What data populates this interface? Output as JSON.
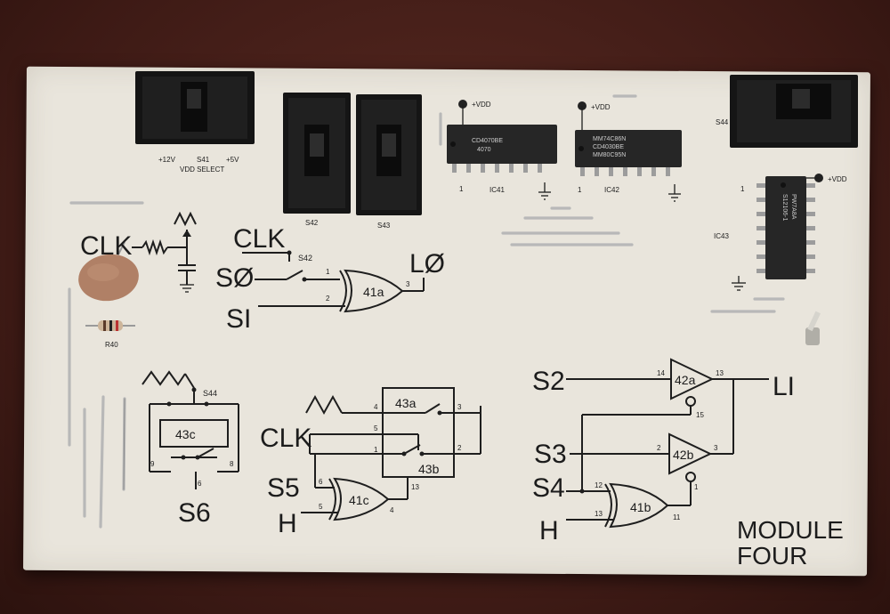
{
  "switches": {
    "s41": {
      "label": "S41",
      "vdd_12": "+12V",
      "vdd_5": "+5V",
      "caption": "VDD SELECT"
    },
    "s42": {
      "label": "S42"
    },
    "s43": {
      "label": "S43"
    },
    "s44": {
      "label": "S44"
    }
  },
  "chips": {
    "ic41": {
      "label": "IC41",
      "marking_1": "CD4070BE",
      "marking_2": "4070",
      "pin1": "1",
      "vdd": "+VDD"
    },
    "ic42": {
      "label": "IC42",
      "marking_1": "MM74C86N",
      "marking_2": "CD4030BE",
      "marking_3": "MM80C95N",
      "pin1": "1",
      "vdd": "+VDD"
    },
    "ic43": {
      "label": "IC43",
      "marking_1": "S12106-1",
      "marking_2": "PW7A8A",
      "pin1": "1",
      "vdd": "+VDD"
    }
  },
  "resistor": {
    "label": "R40"
  },
  "schematic": {
    "clk": "CLK",
    "s0": "SØ",
    "s1": "SI",
    "l0": "LØ",
    "s2": "S2",
    "s3": "S3",
    "s4": "S4",
    "s5": "S5",
    "s6": "S6",
    "h": "H",
    "l1": "LI",
    "gate_41a": "41a",
    "gate_41b": "41b",
    "gate_41c": "41c",
    "gate_42a": "42a",
    "gate_42b": "42b",
    "gate_43a": "43a",
    "gate_43b": "43b",
    "gate_43c": "43c",
    "s42": "S42",
    "s44": "S44"
  },
  "pins": {
    "p1": "1",
    "p2": "2",
    "p3": "3",
    "p4": "4",
    "p5": "5",
    "p6": "6",
    "p8": "8",
    "p9": "9",
    "p11": "11",
    "p12": "12",
    "p13": "13",
    "p14": "14",
    "p15": "15"
  },
  "module_title": {
    "line1": "MODULE",
    "line2": "FOUR"
  }
}
